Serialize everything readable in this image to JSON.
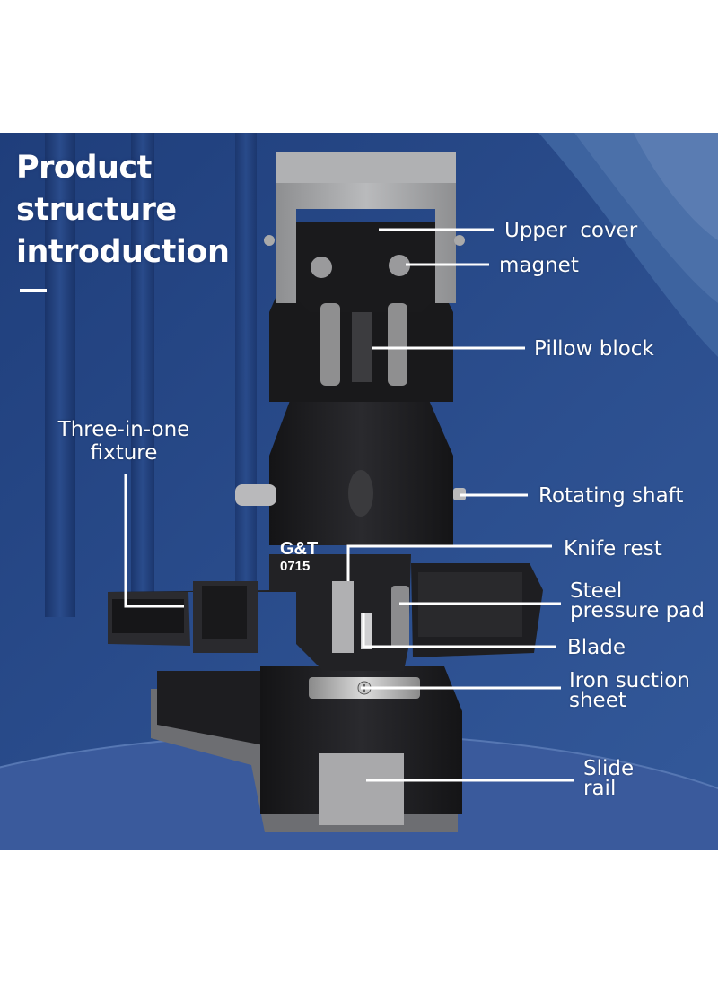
{
  "title_lines": [
    "Product",
    "structure",
    "introduction"
  ],
  "labels": {
    "upper_cover": "Upper  cover",
    "magnet": "magnet",
    "pillow_block": "Pillow block",
    "three_in_one_fixture": "Three-in-one\nfixture",
    "rotating_shaft": "Rotating shaft",
    "knife_rest": "Knife rest",
    "steel_pressure_pad": "Steel\npressure pad",
    "blade": "Blade",
    "iron_suction_sheet": "Iron suction\nsheet",
    "slide_rail": "Slide\nrail"
  },
  "device": {
    "brand": "G&T",
    "model": "0715"
  },
  "colors": {
    "background": "#284a87",
    "accent_blue": "#1e3b73",
    "leader_line": "#ffffff",
    "device_body": "#1b1b1d"
  }
}
